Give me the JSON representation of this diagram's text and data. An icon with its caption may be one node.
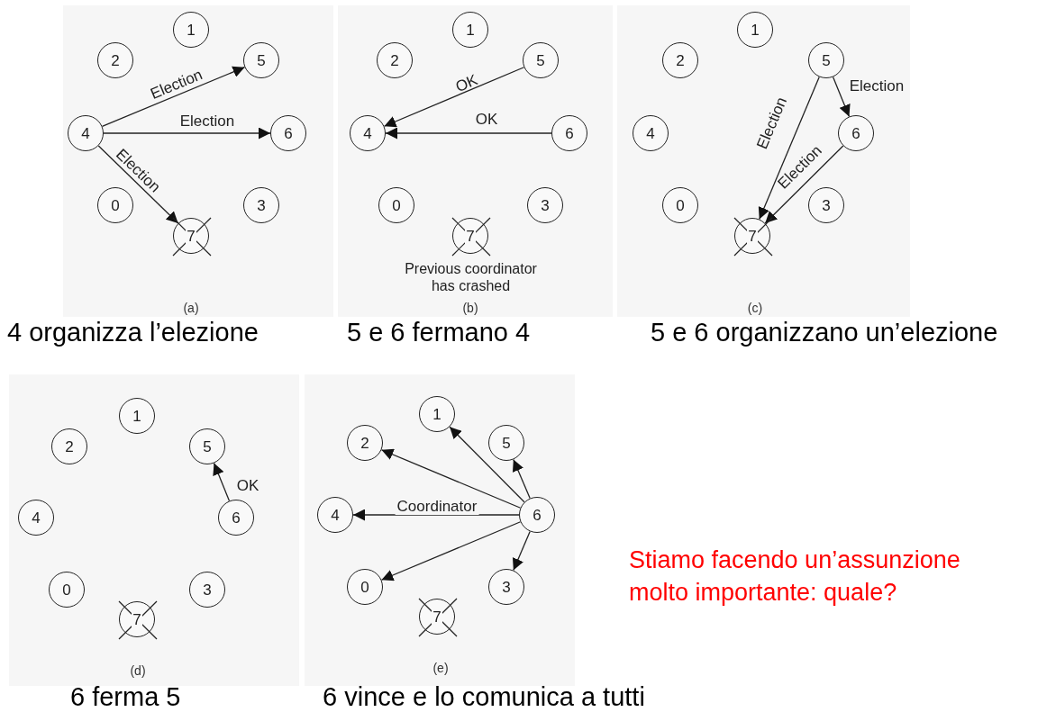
{
  "diagram": {
    "nodes": [
      {
        "text": [
          "(a)"
        ],
        "beside": [
          "4 organizza l’elezione"
        ]
      },
      {
        "text": [
          "1"
        ],
        "in": 0
      },
      {
        "text": [
          "2"
        ],
        "in": 0
      },
      {
        "text": [
          "5"
        ],
        "in": 0
      },
      {
        "text": [
          "4"
        ],
        "in": 0
      },
      {
        "text": [
          "6"
        ],
        "in": 0
      },
      {
        "text": [
          "0"
        ],
        "in": 0
      },
      {
        "text": [
          "3"
        ],
        "in": 0
      },
      {
        "text": [
          "7"
        ],
        "in": 0
      },
      {
        "text": [
          "(b)"
        ],
        "beside": [
          "5 e 6 fermano 4"
        ]
      },
      {
        "text": [
          "1"
        ],
        "in": 9
      },
      {
        "text": [
          "2"
        ],
        "in": 9
      },
      {
        "text": [
          "5"
        ],
        "in": 9
      },
      {
        "text": [
          "4"
        ],
        "in": 9
      },
      {
        "text": [
          "6"
        ],
        "in": 9
      },
      {
        "text": [
          "0"
        ],
        "in": 9
      },
      {
        "text": [
          "3"
        ],
        "in": 9
      },
      {
        "text": [
          "7"
        ],
        "in": 9,
        "beside": [
          "Previous coordinator has crashed"
        ]
      },
      {
        "text": [
          "(c)"
        ],
        "beside": [
          "5 e 6 organizzano un’elezione"
        ]
      },
      {
        "text": [
          "1"
        ],
        "in": 18
      },
      {
        "text": [
          "2"
        ],
        "in": 18
      },
      {
        "text": [
          "5"
        ],
        "in": 18
      },
      {
        "text": [
          "4"
        ],
        "in": 18
      },
      {
        "text": [
          "6"
        ],
        "in": 18
      },
      {
        "text": [
          "0"
        ],
        "in": 18
      },
      {
        "text": [
          "3"
        ],
        "in": 18
      },
      {
        "text": [
          "7"
        ],
        "in": 18
      },
      {
        "text": [
          "(d)"
        ],
        "beside": [
          "6 ferma 5"
        ]
      },
      {
        "text": [
          "1"
        ],
        "in": 27
      },
      {
        "text": [
          "2"
        ],
        "in": 27
      },
      {
        "text": [
          "5"
        ],
        "in": 27
      },
      {
        "text": [
          "4"
        ],
        "in": 27
      },
      {
        "text": [
          "6"
        ],
        "in": 27
      },
      {
        "text": [
          "0"
        ],
        "in": 27
      },
      {
        "text": [
          "3"
        ],
        "in": 27
      },
      {
        "text": [
          "7"
        ],
        "in": 27
      },
      {
        "text": [
          "(e)"
        ],
        "beside": [
          "6 vince e lo comunica a tutti"
        ]
      },
      {
        "text": [
          "1"
        ],
        "in": 36
      },
      {
        "text": [
          "2"
        ],
        "in": 36
      },
      {
        "text": [
          "5"
        ],
        "in": 36
      },
      {
        "text": [
          "4"
        ],
        "in": 36
      },
      {
        "text": [
          "6"
        ],
        "in": 36
      },
      {
        "text": [
          "0"
        ],
        "in": 36
      },
      {
        "text": [
          "3"
        ],
        "in": 36
      },
      {
        "text": [
          "7"
        ],
        "in": 36
      }
    ],
    "edges": [
      {
        "from": 4,
        "to": 3,
        "arrow": "to",
        "label": "Election"
      },
      {
        "from": 4,
        "to": 5,
        "arrow": "to",
        "label": "Election"
      },
      {
        "from": 4,
        "to": 8,
        "arrow": "to",
        "label": "Election"
      },
      {
        "from": 12,
        "to": 13,
        "arrow": "to",
        "label": "OK"
      },
      {
        "from": 14,
        "to": 13,
        "arrow": "to",
        "label": "OK"
      },
      {
        "from": 21,
        "to": 23,
        "arrow": "to",
        "label": "Election"
      },
      {
        "from": 21,
        "to": 26,
        "arrow": "to",
        "label": "Election"
      },
      {
        "from": 23,
        "to": 26,
        "arrow": "to",
        "label": "Election"
      },
      {
        "from": 32,
        "to": 30,
        "arrow": "to",
        "label": "OK"
      },
      {
        "from": 41,
        "to": 38,
        "arrow": "to"
      },
      {
        "from": 41,
        "to": 37,
        "arrow": "to"
      },
      {
        "from": 41,
        "to": 39,
        "arrow": "to"
      },
      {
        "from": 41,
        "to": 40,
        "arrow": "to",
        "label": "Coordinator"
      },
      {
        "from": 41,
        "to": 42,
        "arrow": "to"
      },
      {
        "from": 41,
        "to": 43,
        "arrow": "to"
      }
    ],
    "labels": [
      "Stiamo facendo un’assunzione molto importante: quale?"
    ]
  }
}
